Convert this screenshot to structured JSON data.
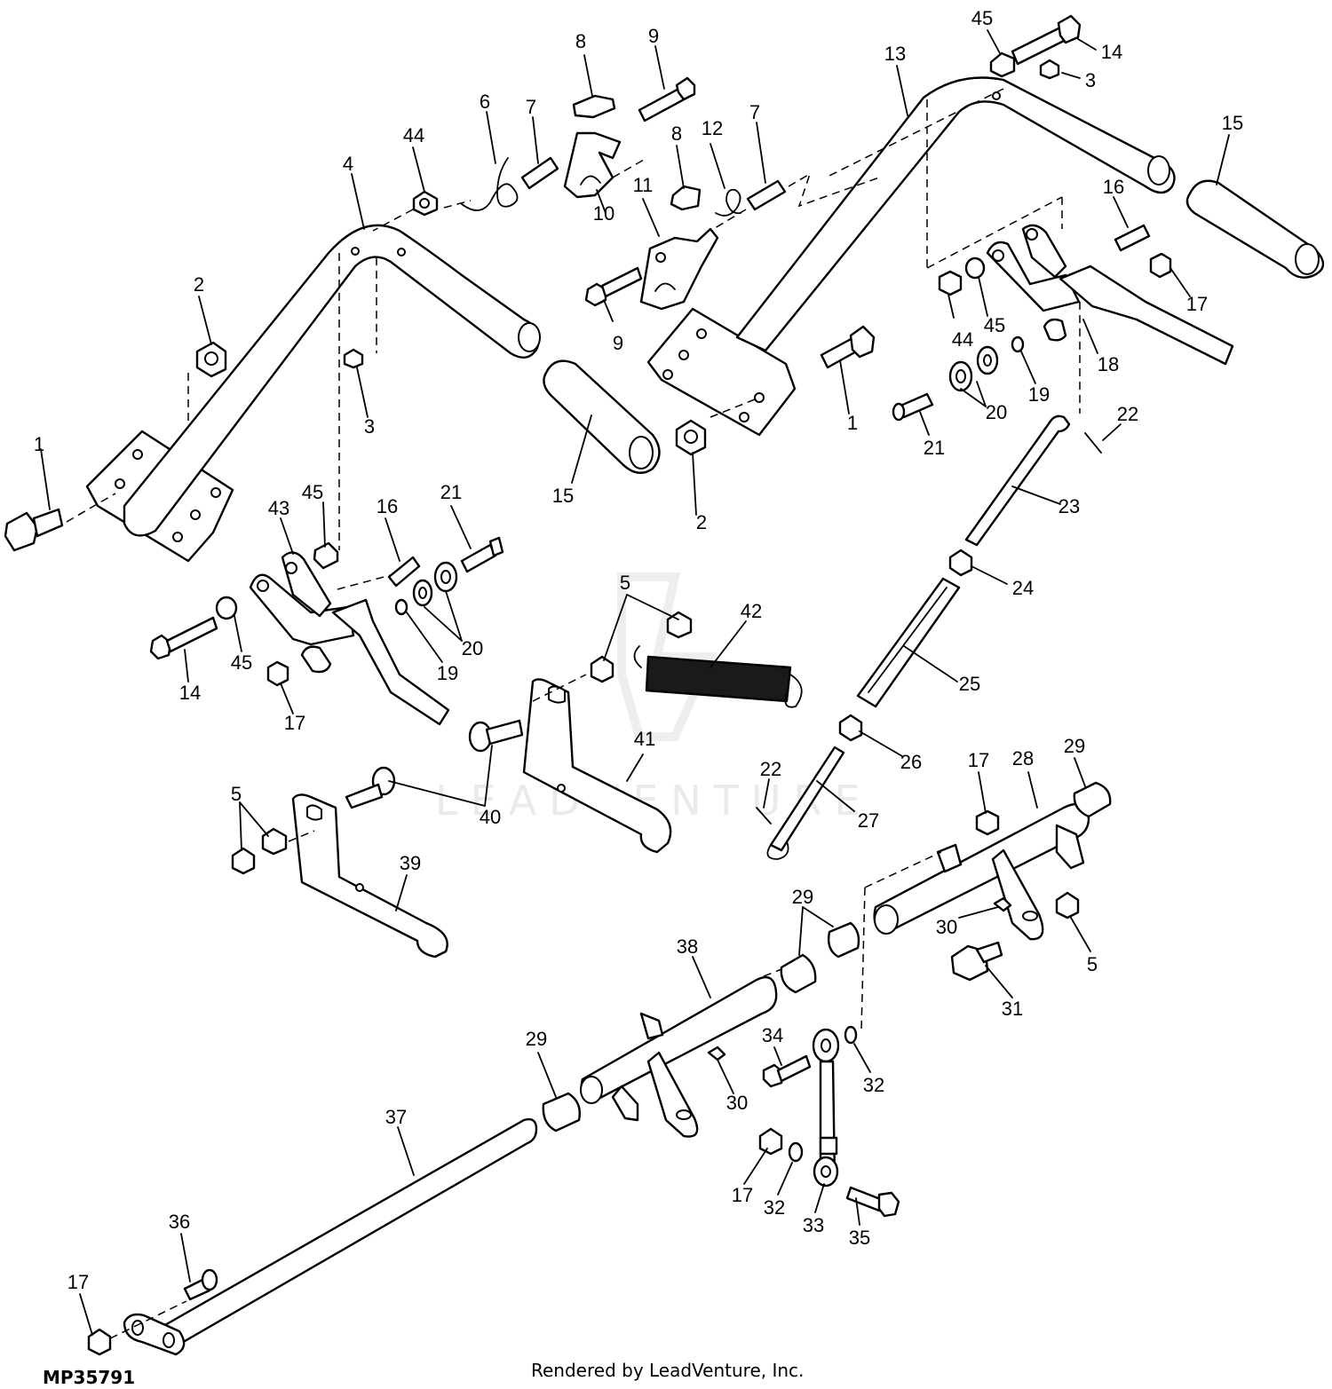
{
  "diagram": {
    "drawing_code": "MP35791",
    "credit": "Rendered by LeadVenture, Inc.",
    "watermark": "LEADVENTURE"
  },
  "callouts": [
    {
      "id": "c1",
      "text": "8"
    },
    {
      "id": "c2",
      "text": "9"
    },
    {
      "id": "c3",
      "text": "45"
    },
    {
      "id": "c4",
      "text": "14"
    },
    {
      "id": "c5",
      "text": "13"
    },
    {
      "id": "c6",
      "text": "3"
    },
    {
      "id": "c7",
      "text": "15"
    },
    {
      "id": "c8",
      "text": "6"
    },
    {
      "id": "c9",
      "text": "7"
    },
    {
      "id": "c10",
      "text": "8"
    },
    {
      "id": "c11",
      "text": "12"
    },
    {
      "id": "c12",
      "text": "7"
    },
    {
      "id": "c13",
      "text": "44"
    },
    {
      "id": "c14",
      "text": "4"
    },
    {
      "id": "c15",
      "text": "11"
    },
    {
      "id": "c16",
      "text": "10"
    },
    {
      "id": "c17",
      "text": "16"
    },
    {
      "id": "c18",
      "text": "2"
    },
    {
      "id": "c19",
      "text": "17"
    },
    {
      "id": "c20",
      "text": "44"
    },
    {
      "id": "c21",
      "text": "45"
    },
    {
      "id": "c22",
      "text": "9"
    },
    {
      "id": "c23",
      "text": "18"
    },
    {
      "id": "c24",
      "text": "3"
    },
    {
      "id": "c25",
      "text": "19"
    },
    {
      "id": "c26",
      "text": "1"
    },
    {
      "id": "c27",
      "text": "20"
    },
    {
      "id": "c28",
      "text": "1"
    },
    {
      "id": "c29",
      "text": "21"
    },
    {
      "id": "c30",
      "text": "22"
    },
    {
      "id": "c31",
      "text": "15"
    },
    {
      "id": "c32",
      "text": "45"
    },
    {
      "id": "c33",
      "text": "21"
    },
    {
      "id": "c34",
      "text": "43"
    },
    {
      "id": "c35",
      "text": "16"
    },
    {
      "id": "c36",
      "text": "2"
    },
    {
      "id": "c37",
      "text": "23"
    },
    {
      "id": "c38",
      "text": "24"
    },
    {
      "id": "c39",
      "text": "5"
    },
    {
      "id": "c40",
      "text": "42"
    },
    {
      "id": "c41",
      "text": "20"
    },
    {
      "id": "c42",
      "text": "45"
    },
    {
      "id": "c43",
      "text": "19"
    },
    {
      "id": "c44",
      "text": "14"
    },
    {
      "id": "c45",
      "text": "25"
    },
    {
      "id": "c46",
      "text": "17"
    },
    {
      "id": "c47",
      "text": "41"
    },
    {
      "id": "c48",
      "text": "26"
    },
    {
      "id": "c49",
      "text": "17"
    },
    {
      "id": "c50",
      "text": "28"
    },
    {
      "id": "c51",
      "text": "29"
    },
    {
      "id": "c52",
      "text": "22"
    },
    {
      "id": "c53",
      "text": "5"
    },
    {
      "id": "c54",
      "text": "27"
    },
    {
      "id": "c55",
      "text": "40"
    },
    {
      "id": "c56",
      "text": "39"
    },
    {
      "id": "c57",
      "text": "29"
    },
    {
      "id": "c58",
      "text": "30"
    },
    {
      "id": "c59",
      "text": "38"
    },
    {
      "id": "c60",
      "text": "5"
    },
    {
      "id": "c61",
      "text": "31"
    },
    {
      "id": "c62",
      "text": "34"
    },
    {
      "id": "c63",
      "text": "29"
    },
    {
      "id": "c64",
      "text": "32"
    },
    {
      "id": "c65",
      "text": "30"
    },
    {
      "id": "c66",
      "text": "37"
    },
    {
      "id": "c67",
      "text": "17"
    },
    {
      "id": "c68",
      "text": "32"
    },
    {
      "id": "c69",
      "text": "33"
    },
    {
      "id": "c70",
      "text": "35"
    },
    {
      "id": "c71",
      "text": "36"
    },
    {
      "id": "c72",
      "text": "17"
    }
  ]
}
